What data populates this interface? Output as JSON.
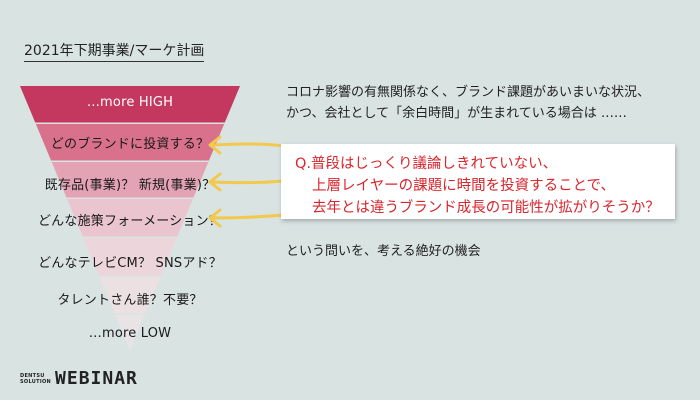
{
  "title": "2021年下期事業/マーケ計画",
  "funnel": {
    "bands": [
      {
        "label": "…more HIGH",
        "color": "#c4375e"
      },
      {
        "label": "どのブランドに投資する？",
        "color": "#d9718c"
      },
      {
        "label": "既存品(事業)？ 新規(事業)？",
        "color": "#e3a3b5"
      },
      {
        "label": "どんな施策フォーメーション？",
        "color": "#eac4cf"
      },
      {
        "label": "どんなテレビCM？ SNSアド？",
        "color": "#ecd6dc"
      },
      {
        "label": "タレントさん誰？不要？",
        "color": "#ebe1e3"
      },
      {
        "label": "…more LOW",
        "color": "#e8e4e5"
      }
    ]
  },
  "intro": {
    "line1": "コロナ影響の有無関係なく、ブランド課題があいまいな状況、",
    "line2": "かつ、会社として「余白時間」が生まれている場合は ……"
  },
  "question": {
    "line1": "Q.普段はじっくり議論しきれていない、",
    "line2": "上層レイヤーの課題に時間を投資することで、",
    "line3": "去年とは違うブランド成長の可能性が拡がりそうか？"
  },
  "outro": "という問いを、考える絶好の機会",
  "logo": {
    "line1": "DENTSU",
    "line2": "SOLUTION",
    "wordmark": "WEBINAR"
  },
  "arrow_color": "#f2c94c"
}
